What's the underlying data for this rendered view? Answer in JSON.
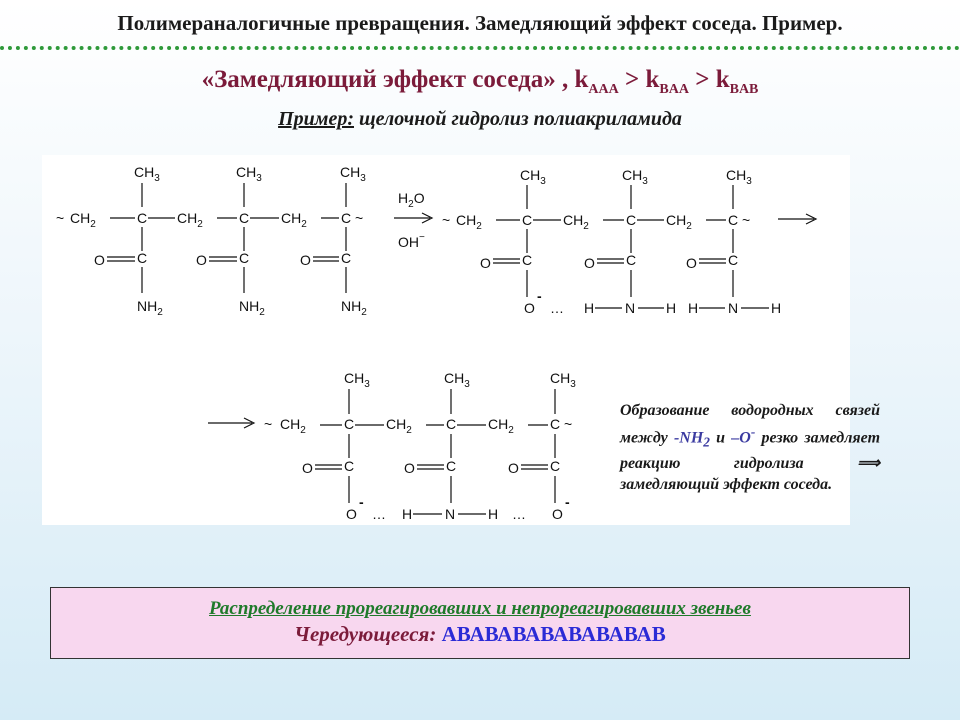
{
  "header": {
    "title": "Полимераналогичные превращения. Замедляющий эффект соседа. Пример."
  },
  "rule": {
    "title": "«Замедляющий эффект соседа» , k",
    "s1": "AAA",
    "g1": " > k",
    "s2": "BAA",
    "g2": " > k",
    "s3": "BAB"
  },
  "example": {
    "label": "Пример:",
    "text": " щелочной гидролиз полиакриламида"
  },
  "scheme": {
    "tilde": "~",
    "ch": "CH",
    "ch3_sub": "3",
    "ch2_sub": "2",
    "c": "C",
    "o": "O",
    "n": "N",
    "h": "H",
    "nh": "NH",
    "nh2_sub": "2",
    "o_minus": "-",
    "dots": "…",
    "reagent_h": "H",
    "reagent_sub": "2",
    "reagent_o": "O",
    "reagent_oh": "OH",
    "reagent_minus": "−"
  },
  "note": {
    "line1": "Образование водородных связей между ",
    "nh2": "-NH",
    "nh2_sub": "2",
    "and": " и ",
    "o": "–О",
    "o_sup": "-",
    "line2": " резко замедляет реакцию гидролиза ",
    "arrow": "⟹",
    "line3": " замедляющий эффект соседа."
  },
  "distribution": {
    "title": "Распределение прореагировавших и непрореагировавших звеньев",
    "label": "Чередующееся: ",
    "sequence": "АВАВАВАВАВАВАВАВ"
  },
  "colors": {
    "title_maroon": "#7b1b3a",
    "green": "#1f7a2a",
    "blue_sequence": "#2b2bd6",
    "box_pink": "#f8d7ef",
    "dotted_rule": "#2f9a3a"
  }
}
